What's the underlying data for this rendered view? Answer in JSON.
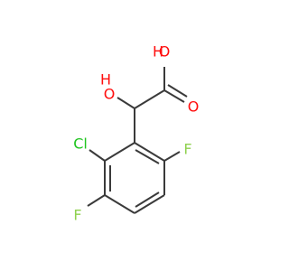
{
  "molecule": {
    "atoms": {
      "oh_acid_h": "H",
      "oh_acid_o": "O",
      "carbonyl_o": "O",
      "hydroxyl_h": "H",
      "hydroxyl_o": "O",
      "chlorine": "Cl",
      "fluorine_top": "F",
      "fluorine_bottom": "F"
    },
    "colors": {
      "bond": "#3a3a3a",
      "oxygen": "#ff0d0d",
      "chlorine": "#1fc41f",
      "fluorine": "#8fd14f"
    }
  }
}
